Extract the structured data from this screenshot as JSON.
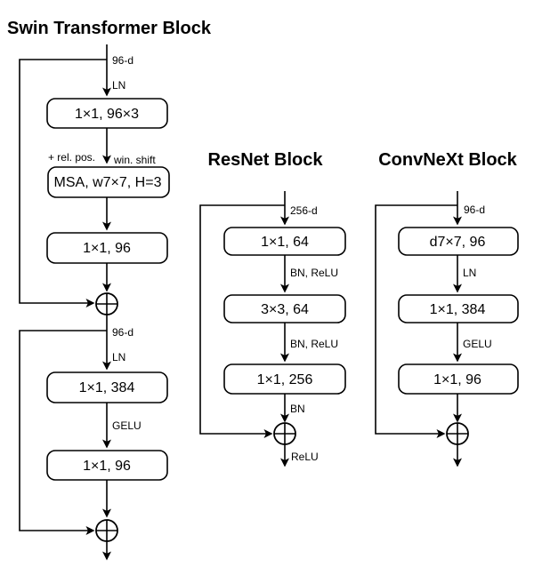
{
  "colors": {
    "line": "#000000",
    "box_fill": "#ffffff",
    "background": "#ffffff"
  },
  "swin": {
    "title": "Swin Transformer Block",
    "input_dim": "96-d",
    "ln1": "LN",
    "conv1": "1×1, 96×3",
    "rel_pos": "+ rel. pos.",
    "win_shift": "win. shift",
    "msa": "MSA, w7×7, H=3",
    "conv2": "1×1, 96",
    "mid_dim": "96-d",
    "ln2": "LN",
    "conv3": "1×1, 384",
    "gelu": "GELU",
    "conv4": "1×1, 96"
  },
  "resnet": {
    "title": "ResNet Block",
    "input_dim": "256-d",
    "conv1": "1×1, 64",
    "bn_relu1": "BN, ReLU",
    "conv2": "3×3, 64",
    "bn_relu2": "BN, ReLU",
    "conv3": "1×1, 256",
    "bn": "BN",
    "relu_out": "ReLU"
  },
  "convnext": {
    "title": "ConvNeXt Block",
    "input_dim": "96-d",
    "dconv": "d7×7, 96",
    "ln": "LN",
    "conv2": "1×1, 384",
    "gelu": "GELU",
    "conv3": "1×1, 96"
  }
}
